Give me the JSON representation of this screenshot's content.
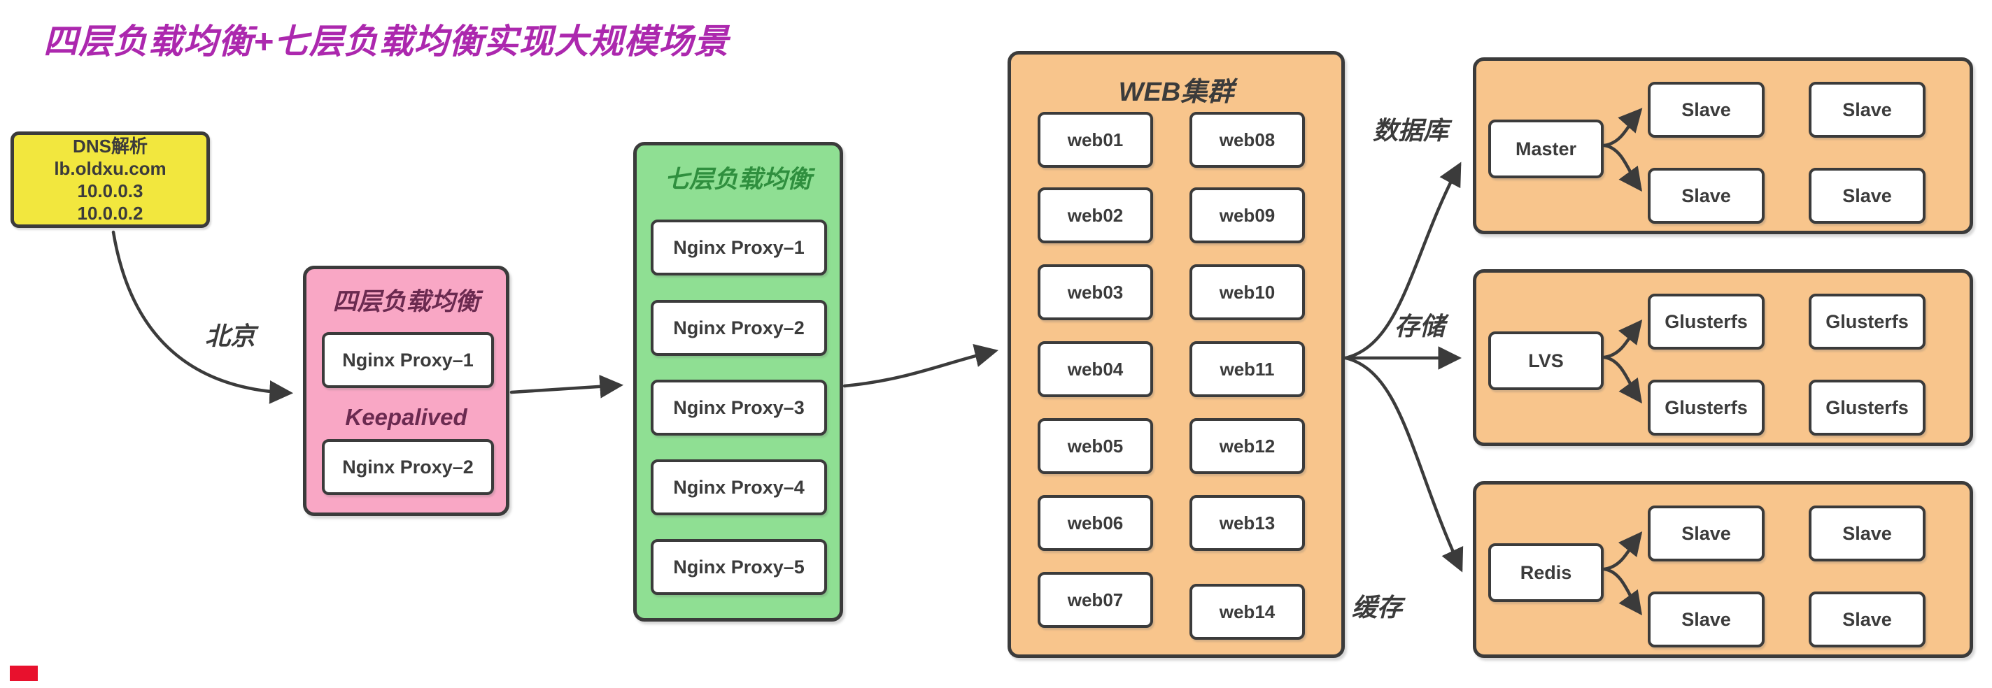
{
  "title": {
    "text": "四层负载均衡+七层负载均衡实现大规模场景"
  },
  "dns": {
    "lines": [
      "DNS解析",
      "lb.oldxu.com",
      "10.0.0.3",
      "10.0.0.2"
    ]
  },
  "labels": {
    "beijing": "北京",
    "database": "数据库",
    "storage": "存储",
    "cache": "缓存"
  },
  "l4": {
    "title": "四层负载均衡",
    "middle_label": "Keepalived",
    "nodes": [
      "Nginx Proxy–1",
      "Nginx Proxy–2"
    ]
  },
  "l7": {
    "title": "七层负载均衡",
    "nodes": [
      "Nginx Proxy–1",
      "Nginx Proxy–2",
      "Nginx Proxy–3",
      "Nginx Proxy–4",
      "Nginx Proxy–5"
    ]
  },
  "web": {
    "title": "WEB集群",
    "nodes": [
      "web01",
      "web02",
      "web03",
      "web04",
      "web05",
      "web06",
      "web07",
      "web08",
      "web09",
      "web10",
      "web11",
      "web12",
      "web13",
      "web14"
    ]
  },
  "db": {
    "primary": "Master",
    "replicas": [
      "Slave",
      "Slave",
      "Slave",
      "Slave"
    ]
  },
  "storage": {
    "primary": "LVS",
    "replicas": [
      "Glusterfs",
      "Glusterfs",
      "Glusterfs",
      "Glusterfs"
    ]
  },
  "cache": {
    "primary": "Redis",
    "replicas": [
      "Slave",
      "Slave",
      "Slave",
      "Slave"
    ]
  },
  "colors": {
    "title": "#ac28ae",
    "dns_yellow": "#f2e73e",
    "l4_pink": "#f9a7c5",
    "l4_title": "#6b2a50",
    "l7_green": "#8fdf93",
    "l7_title": "#2f8f3e",
    "cluster_orange": "#f8c58c",
    "ink": "#3b3b3b",
    "corner_mark": "#e8112d"
  }
}
